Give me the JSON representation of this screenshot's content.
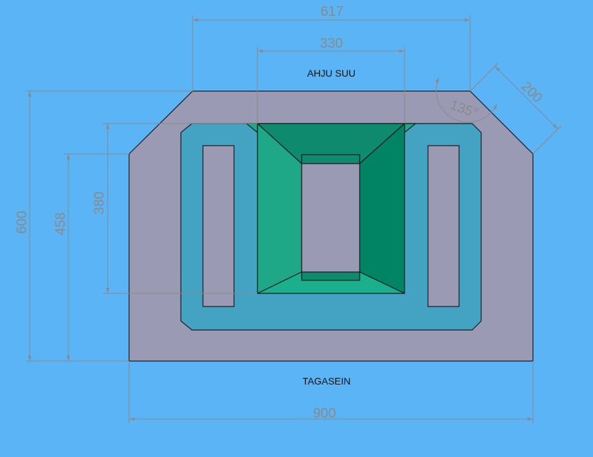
{
  "labels": {
    "top": "AHJU SUU",
    "bottom": "TAGASEIN"
  },
  "dimensions": {
    "overall_width": "900",
    "top_width": "617",
    "opening_width": "330",
    "overall_height": "600",
    "mid_height": "458",
    "opening_height": "380",
    "chamfer": "200",
    "angle": "135°"
  },
  "colors": {
    "background": "#5ab4f5",
    "outer_block": "#9a9ab4",
    "channel": "#44a2c2",
    "slot": "#9a9ab4",
    "funnel_top": "#0e8a6e",
    "funnel_left": "#1ea888",
    "funnel_right": "#008464",
    "funnel_bottom": "#1ab08e",
    "center_opening": "#9a9ab4",
    "dimension_line": "#8a8a8a",
    "edge": "#1a1a1a"
  }
}
